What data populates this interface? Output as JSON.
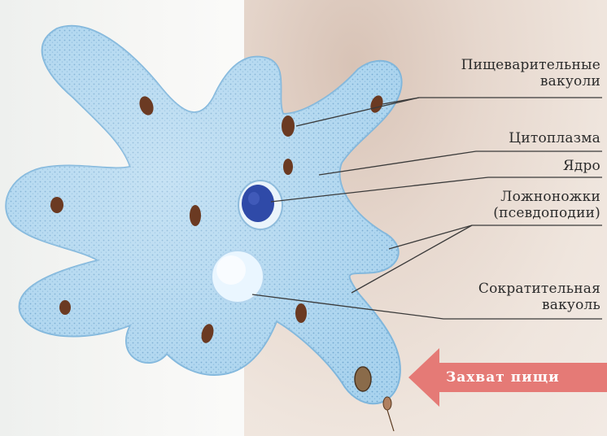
{
  "labels": {
    "digestive_vacuoles_line1": "Пищеварительные",
    "digestive_vacuoles_line2": "вакуоли",
    "cytoplasm": "Цитоплазма",
    "nucleus": "Ядро",
    "pseudopodia_line1": "Ложноножки",
    "pseudopodia_line2": "(псевдоподии)",
    "contractile_vacuole_line1": "Сократительная",
    "contractile_vacuole_line2": "вакуоль"
  },
  "arrow_label": "Захват пищи",
  "colors": {
    "amoeba_body": "#a9d3ee",
    "amoeba_outline": "#7fb6dc",
    "nucleus": "#2f4aa8",
    "food_vacuole": "#6b3a22",
    "contractile_vacuole": "#eaf6ff",
    "arrow": "#e57a76",
    "leader_lines": "#3a3a3a"
  }
}
